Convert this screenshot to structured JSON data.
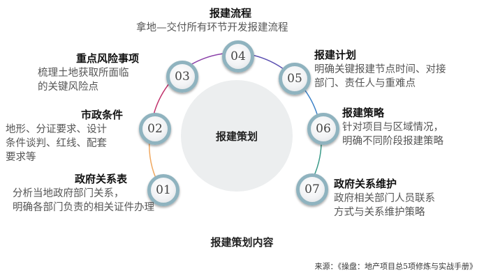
{
  "center_label": "报建策划",
  "caption": "报建策划内容",
  "source": "来源：《操盘：地产项目总5项修炼与实战手册》",
  "arc_colors": [
    "#f0a860",
    "#c0306a",
    "#8a3fa8",
    "#5a4fb0",
    "#3d82c8",
    "#3a9a88"
  ],
  "items": [
    {
      "num": "01",
      "title": "政府关系表",
      "desc": "分析当地政府部门关系，\n明确各部门负责的相关证件办理"
    },
    {
      "num": "02",
      "title": "市政条件",
      "desc": "地形、分证要求、设计\n条件谈判、红线、配套\n要求等"
    },
    {
      "num": "03",
      "title": "重点风险事项",
      "desc": "梳理土地获取所面临\n的关键风险点"
    },
    {
      "num": "04",
      "title": "报建流程",
      "desc": "拿地—交付所有环节开发报建流程"
    },
    {
      "num": "05",
      "title": "报建计划",
      "desc": "明确关键报建节点时间、对接\n部门、责任人与重难点"
    },
    {
      "num": "06",
      "title": "报建策略",
      "desc": "针对项目与区域情况，\n明确不同阶段报建策略"
    },
    {
      "num": "07",
      "title": "政府关系维护",
      "desc": "政府相关部门人员联系\n方式与关系维护策略"
    }
  ]
}
